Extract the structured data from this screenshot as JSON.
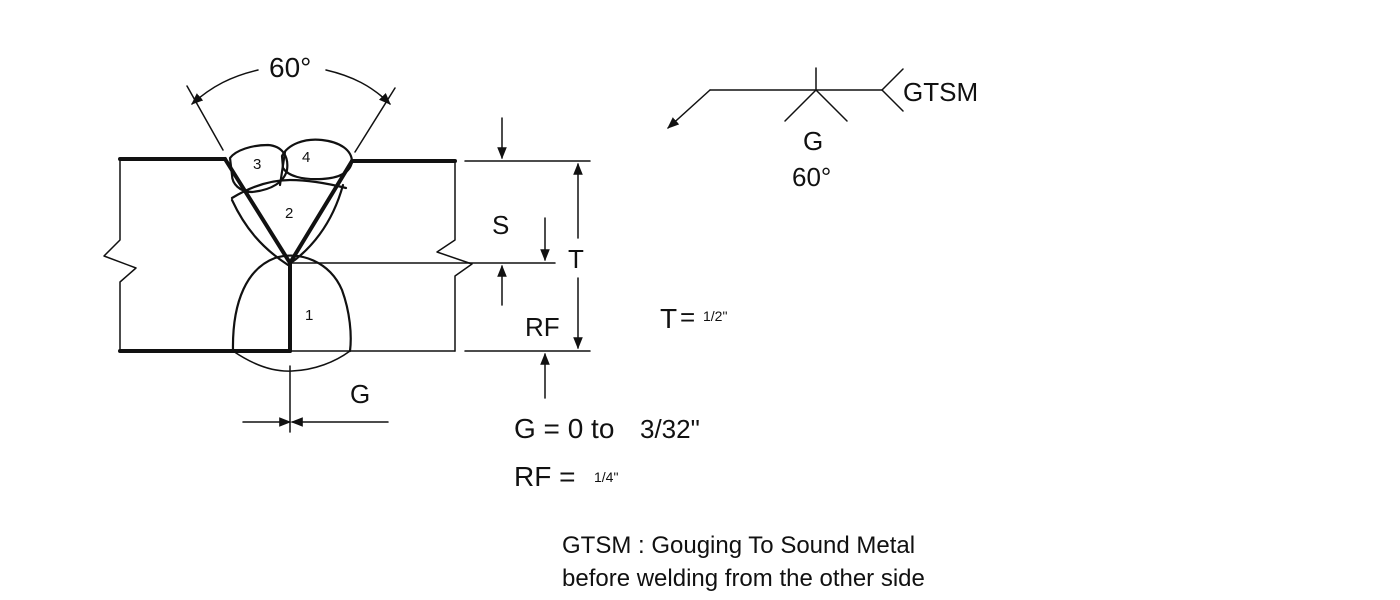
{
  "angle_label": "60°",
  "pass_labels": {
    "p1": "1",
    "p2": "2",
    "p3": "3",
    "p4": "4"
  },
  "dims": {
    "s": "S",
    "t": "T",
    "rf": "RF",
    "g": "G"
  },
  "symbol": {
    "tail_text": "GTSM",
    "g_label": "G",
    "angle": "60°"
  },
  "specs": {
    "t_label": "T",
    "t_eq": "= ",
    "t_value": "1/2\"",
    "g_line": "G = 0 to",
    "g_value": "3/32\"",
    "rf_label": "RF =",
    "rf_value": "1/4\""
  },
  "note": {
    "line1": "GTSM : Gouging To Sound Metal",
    "line2": "before welding from the other side"
  }
}
